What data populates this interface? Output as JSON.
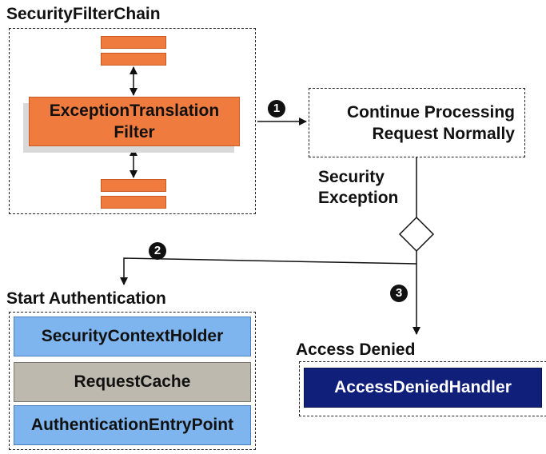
{
  "filter_chain": {
    "title": "SecurityFilterChain",
    "main_filter_line1": "ExceptionTranslation",
    "main_filter_line2": "Filter"
  },
  "continue_box": {
    "line1": "Continue Processing",
    "line2": "Request Normally"
  },
  "security_exception": {
    "line1": "Security",
    "line2": "Exception"
  },
  "start_auth": {
    "title": "Start Authentication",
    "items": [
      "SecurityContextHolder",
      "RequestCache",
      "AuthenticationEntryPoint"
    ]
  },
  "access_denied": {
    "title": "Access Denied",
    "handler": "AccessDeniedHandler"
  },
  "steps": [
    "1",
    "2",
    "3"
  ],
  "colors": {
    "filter_orange": "#f07b3f",
    "blue_box": "#7fb5ee",
    "gray_box": "#bdb9ae",
    "navy_box": "#0f1f7a"
  }
}
